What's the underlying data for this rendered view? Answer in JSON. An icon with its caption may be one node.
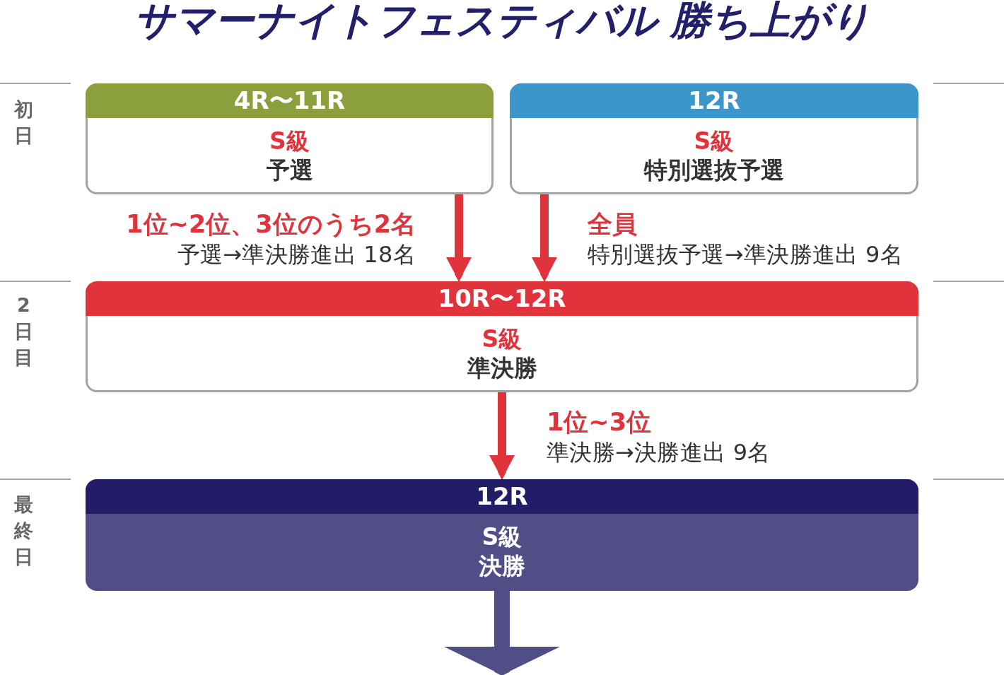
{
  "diagram": {
    "title": "サマーナイトフェスティバル 勝ち上がり",
    "nodes": [
      {
        "text": [
          "4R〜11R",
          "S級",
          "予選"
        ]
      },
      {
        "text": [
          "12R",
          "S級",
          "特別選抜予選"
        ]
      },
      {
        "text": [
          "10R〜12R",
          "S級",
          "準決勝"
        ]
      },
      {
        "text": [
          "12R",
          "S級",
          "決勝"
        ]
      }
    ],
    "edges": [
      {
        "from": 0,
        "to": 2,
        "arrow": "to",
        "label": "**1位~2位、3位のうち2名**予選→準決勝進出 18名"
      },
      {
        "from": 1,
        "to": 2,
        "arrow": "to",
        "label": "**全員**特別選抜予選→準決勝進出 9名"
      },
      {
        "from": 2,
        "to": 3,
        "arrow": "to",
        "label": "**1位~3位**準決勝→決勝進出 9名"
      },
      {
        "from": 3,
        "to": null,
        "arrow": "to",
        "style": "thick",
        "color": "#514e87"
      }
    ],
    "labels": [
      "初日",
      "2日目",
      "最終日"
    ]
  }
}
